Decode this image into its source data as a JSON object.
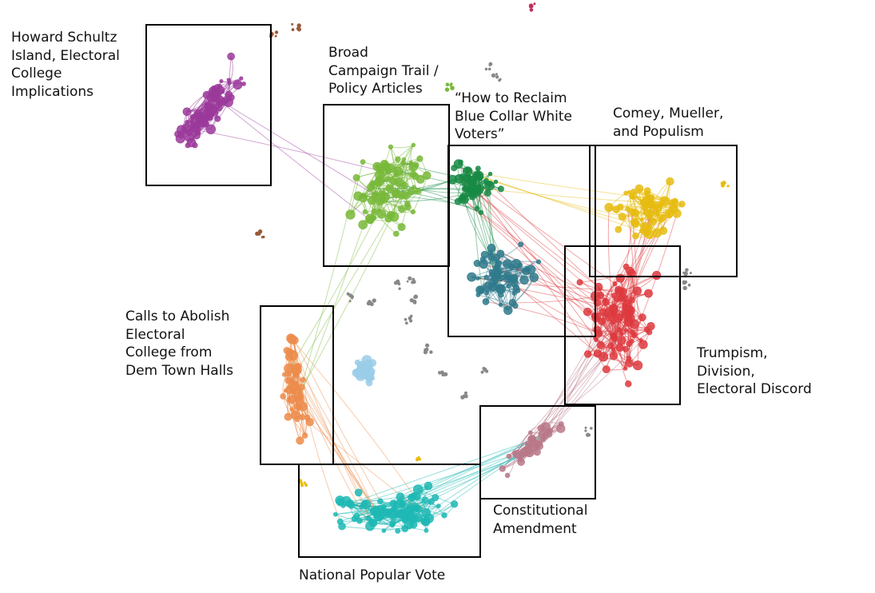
{
  "clusters": [
    {
      "id": "schultz",
      "label_lines": [
        "Howard Schultz",
        "Island, Electoral",
        "College",
        "Implications"
      ],
      "color": "#9b3a9b"
    },
    {
      "id": "broad",
      "label_lines": [
        "Broad",
        "Campaign Trail /",
        "Policy Articles"
      ],
      "color": "#78b83a"
    },
    {
      "id": "bluecollar",
      "label_lines": [
        "“How to Reclaim",
        "Blue Collar White",
        "Voters”"
      ],
      "color": "#178a45"
    },
    {
      "id": "comey",
      "label_lines": [
        "Comey, Mueller,",
        "and Populism"
      ],
      "color": "#e6bc10"
    },
    {
      "id": "abolish",
      "label_lines": [
        "Calls to Abolish",
        "Electoral",
        "College from",
        "Dem Town Halls"
      ],
      "color": "#ec8c4c"
    },
    {
      "id": "trumpism",
      "label_lines": [
        "Trumpism,",
        "Division,",
        "Electoral Discord"
      ],
      "color": "#dd3a3e"
    },
    {
      "id": "amendment",
      "label_lines": [
        "Constitutional",
        "Amendment"
      ],
      "color": "#b87888"
    },
    {
      "id": "npv",
      "label_lines": [
        "National Popular Vote"
      ],
      "color": "#1fb8b4"
    },
    {
      "id": "teal",
      "label_lines": [],
      "color": "#2f7a8c"
    },
    {
      "id": "lightblue",
      "label_lines": [],
      "color": "#9acde8"
    }
  ]
}
